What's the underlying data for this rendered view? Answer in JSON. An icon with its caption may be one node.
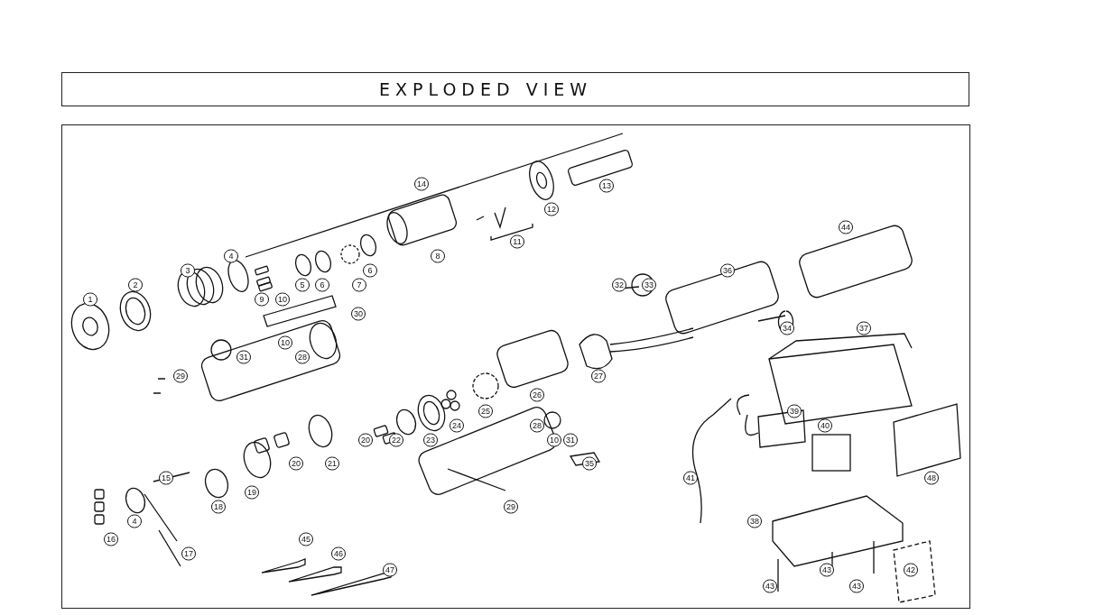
{
  "diagram": {
    "title": "EXPLODED VIEW",
    "labels": [
      "14",
      "13",
      "12",
      "44",
      "11",
      "4",
      "8",
      "3",
      "6",
      "36",
      "2",
      "5",
      "6",
      "7",
      "32",
      "33",
      "1",
      "9",
      "10",
      "30",
      "34",
      "37",
      "10",
      "31",
      "28",
      "29",
      "27",
      "26",
      "25",
      "39",
      "24",
      "28",
      "40",
      "20",
      "22",
      "23",
      "10",
      "31",
      "20",
      "21",
      "35",
      "15",
      "41",
      "48",
      "19",
      "18",
      "29",
      "4",
      "38",
      "16",
      "45",
      "17",
      "46",
      "47",
      "43",
      "42",
      "43",
      "43"
    ]
  }
}
